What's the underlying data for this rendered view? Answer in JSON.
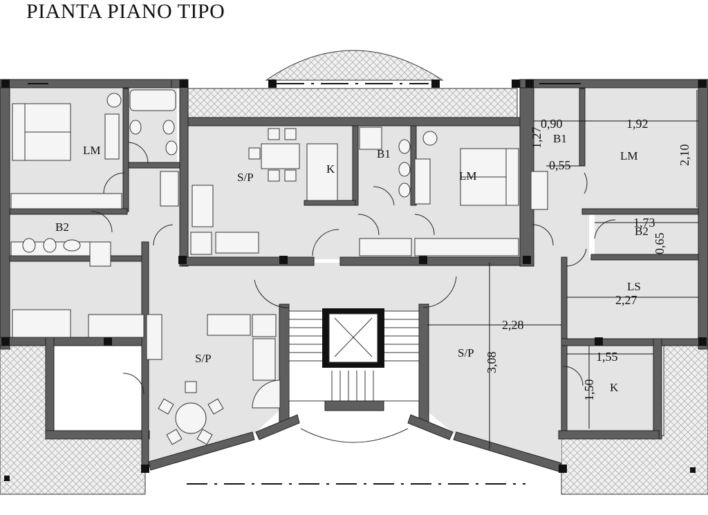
{
  "title": "PIANTA PIANO TIPO",
  "room_labels": {
    "lm_left": "LM",
    "sp_top": "S/P",
    "k_top": "K",
    "b1_mid": "B1",
    "lm_mid": "LM",
    "b2_left": "B2",
    "sp_bottom_left": "S/P",
    "sp_bottom_right": "S/P",
    "b1_right": "B1",
    "lm_right": "LM",
    "b2_right": "B2",
    "ls_right": "LS",
    "k_right": "K"
  },
  "dimensions": {
    "d_090": "0,90",
    "d_192": "1,92",
    "d_127": "1,27",
    "d_210": "2,10",
    "d_055": "0,55",
    "d_173": "1,73",
    "d_065": "0,65",
    "d_227": "2,27",
    "d_228": "2,28",
    "d_308": "3,08",
    "d_155": "1,55",
    "d_150": "1,50"
  },
  "colors": {
    "room_fill": "#e4e4e4",
    "wall_fill": "#5f5f5f",
    "pillar": "#111111",
    "hatch": "#b0b0b0"
  }
}
